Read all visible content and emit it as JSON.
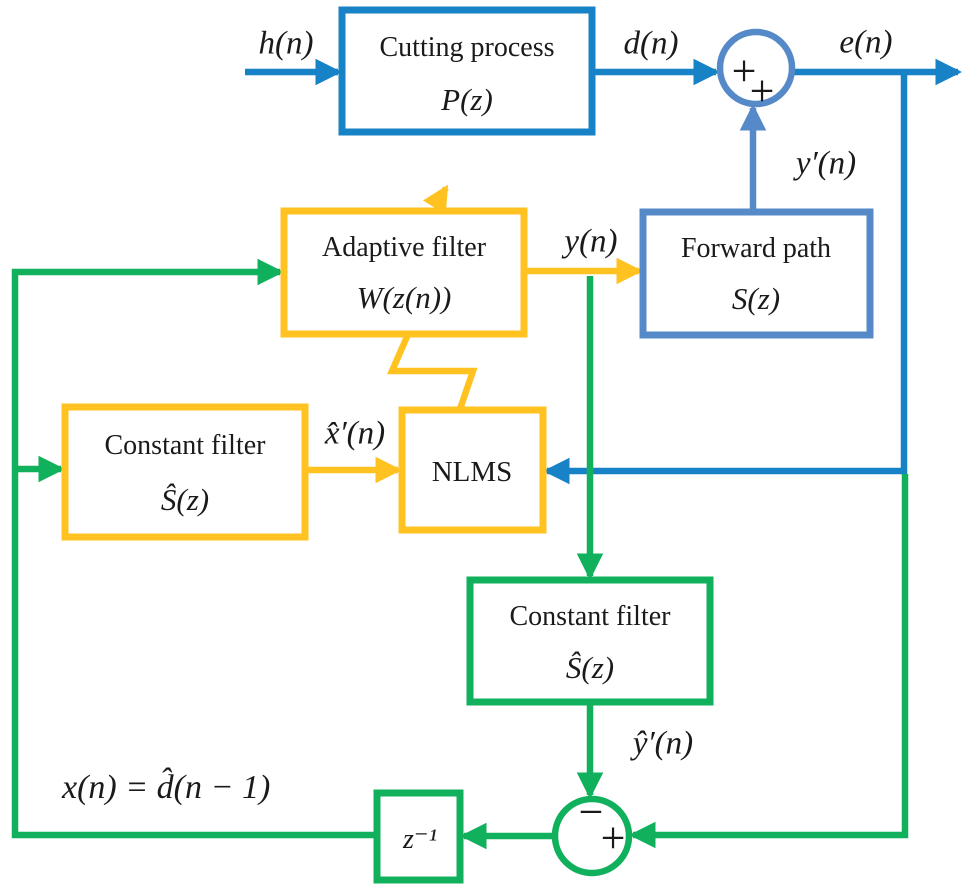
{
  "diagram": {
    "colors": {
      "blue": "#1782C6",
      "steel_blue": "#5589C8",
      "yellow": "#FFC220",
      "green": "#10B05C",
      "ink": "#1a1a1a"
    },
    "blocks": {
      "cutting_process": {
        "name": "Cutting process",
        "transfer": "P(z)"
      },
      "forward_path": {
        "name": "Forward path",
        "transfer": "S(z)"
      },
      "adaptive_filter": {
        "name": "Adaptive filter",
        "transfer": "W(z(n))"
      },
      "constant_filter_left": {
        "name": "Constant filter",
        "transfer": "Ŝ(z)"
      },
      "nlms": {
        "name": "NLMS"
      },
      "constant_filter_lower": {
        "name": "Constant filter",
        "transfer": "Ŝ(z)"
      },
      "delay": {
        "name": "z⁻¹"
      }
    },
    "labels": {
      "h": "h(n)",
      "d": "d(n)",
      "e": "e(n)",
      "y_prime": "y′(n)",
      "y": "y(n)",
      "x_hat_prime": "x̂′(n)",
      "y_hat_prime": "ŷ′(n)",
      "feedback_equation": "x(n) = d̂(n − 1)"
    },
    "summing_junctions": {
      "top": {
        "sign_left": "+",
        "sign_bottom": "+"
      },
      "bottom": {
        "sign_top": "−",
        "sign_right": "+"
      }
    }
  }
}
